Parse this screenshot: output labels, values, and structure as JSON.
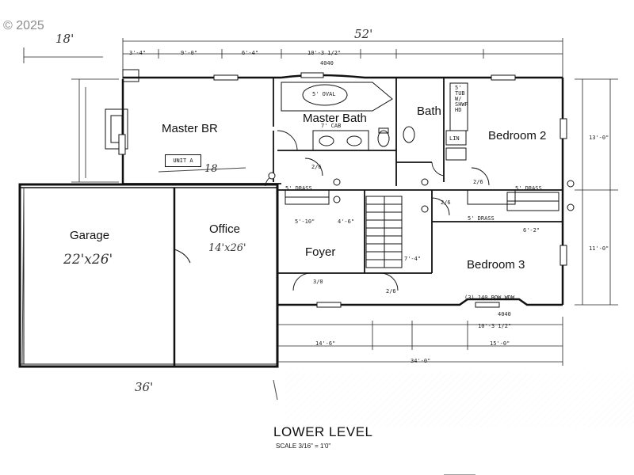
{
  "copyright": "© 2025",
  "rooms": {
    "master_br": "Master BR",
    "master_bath": "Master Bath",
    "bath": "Bath",
    "bedroom2": "Bedroom 2",
    "garage": "Garage",
    "garage_dim": "22'x26'",
    "office": "Office",
    "office_dim": "14'x26'",
    "foyer": "Foyer",
    "bedroom3": "Bedroom 3"
  },
  "annotations": {
    "top_overall": "52'",
    "top_left": "18'",
    "mid_18": "18",
    "bottom_36": "36'",
    "unit": "UNIT A",
    "oval": "5' OVAL",
    "cab": "7' CAB",
    "lin": "LIN",
    "door_2_6": "2/6",
    "door_3_0": "3/0",
    "dim_5_10": "5'-10\"",
    "dim_4_6": "4'-6\"",
    "dim_14_6": "14'-6\"",
    "dim_15_0": "15'-0\"",
    "dim_34_0": "34'-0\"",
    "dim_10_3": "10'-3 1/2\"",
    "dim_13_0": "13'-0\"",
    "dim_11_0": "11'-0\"",
    "dim_9_0": "9'-0\"",
    "dim_3_4": "3'-4\"",
    "dim_6_4": "6'-4\"",
    "dim_7_4": "7'-4\"",
    "dim_6_2": "6'-2\"",
    "tub": "5' TUB W/ SHWR HD",
    "drass": "5' DRASS",
    "bow": "(3) 140 BOW WDW",
    "win_4040": "4040"
  },
  "title": {
    "level": "LOWER LEVEL",
    "scale": "SCALE 3/16\" = 1'0\""
  }
}
